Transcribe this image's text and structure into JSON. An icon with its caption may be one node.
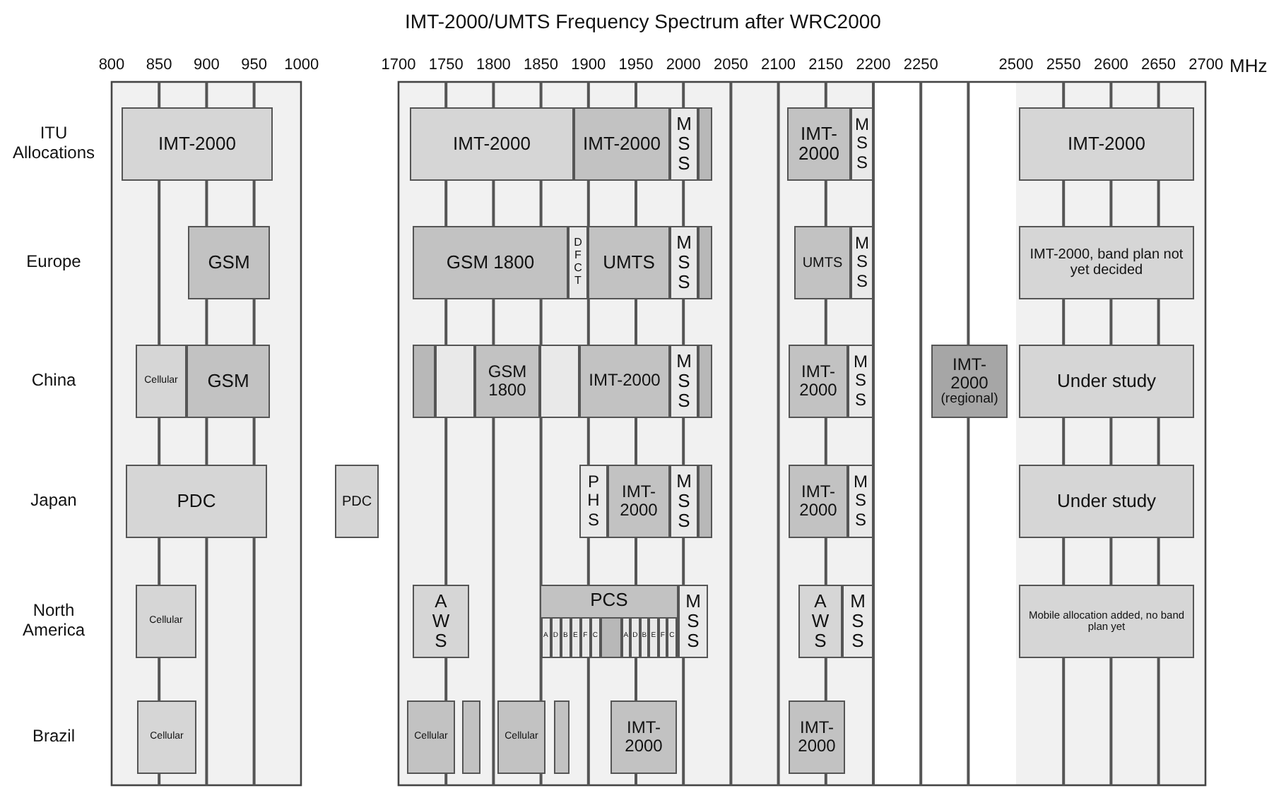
{
  "diagram": {
    "title": "IMT-2000/UMTS Frequency Spectrum after WRC2000",
    "nodes": [
      {
        "text": [
          "IMT-2000"
        ]
      },
      {
        "text": [
          "IMT-2000"
        ]
      },
      {
        "text": [
          "IMT-2000"
        ]
      },
      {
        "text": [
          "MSS"
        ]
      },
      {
        "text": [],
        "shape": "box"
      },
      {
        "text": [
          "IMT-2000"
        ]
      },
      {
        "text": [
          "MSS"
        ]
      },
      {
        "text": [
          "IMT-2000"
        ]
      },
      {
        "text": [
          "GSM"
        ]
      },
      {
        "text": [
          "GSM 1800"
        ]
      },
      {
        "text": [
          "DFCT"
        ]
      },
      {
        "text": [
          "UMTS"
        ]
      },
      {
        "text": [
          "MSS"
        ]
      },
      {
        "text": [],
        "shape": "box"
      },
      {
        "text": [
          "UMTS"
        ]
      },
      {
        "text": [
          "MSS"
        ]
      },
      {
        "text": [
          "IMT-2000, band plan not yet decided"
        ]
      },
      {
        "text": [
          "Cellular"
        ]
      },
      {
        "text": [
          "GSM"
        ]
      },
      {
        "text": [],
        "shape": "box"
      },
      {
        "text": [],
        "shape": "box"
      },
      {
        "text": [
          "GSM 1800"
        ]
      },
      {
        "text": [],
        "shape": "box"
      },
      {
        "text": [
          "IMT-2000"
        ]
      },
      {
        "text": [
          "MSS"
        ]
      },
      {
        "text": [],
        "shape": "box"
      },
      {
        "text": [
          "IMT-2000"
        ]
      },
      {
        "text": [
          "MSS"
        ]
      },
      {
        "text": [
          "IMT-2000",
          "(regional)"
        ]
      },
      {
        "text": [
          "Under study"
        ]
      },
      {
        "text": [
          "PDC"
        ]
      },
      {
        "text": [
          "PDC"
        ]
      },
      {
        "text": [
          "PHS"
        ]
      },
      {
        "text": [
          "IMT-2000"
        ]
      },
      {
        "text": [
          "MSS"
        ]
      },
      {
        "text": [],
        "shape": "box"
      },
      {
        "text": [
          "IMT-2000"
        ]
      },
      {
        "text": [
          "MSS"
        ]
      },
      {
        "text": [
          "Under study"
        ]
      },
      {
        "text": [
          "Cellular"
        ]
      },
      {
        "text": [
          "AWS"
        ]
      },
      {
        "text": [
          "PCS"
        ]
      },
      {
        "text": [
          "A"
        ],
        "in": 41
      },
      {
        "text": [
          "D"
        ],
        "in": 41
      },
      {
        "text": [
          "B"
        ],
        "in": 41
      },
      {
        "text": [
          "E"
        ],
        "in": 41
      },
      {
        "text": [
          "F"
        ],
        "in": 41
      },
      {
        "text": [
          "C"
        ],
        "in": 41
      },
      {
        "text": [],
        "shape": "box",
        "in": 41
      },
      {
        "text": [
          "A"
        ],
        "in": 41
      },
      {
        "text": [
          "D"
        ],
        "in": 41
      },
      {
        "text": [
          "B"
        ],
        "in": 41
      },
      {
        "text": [
          "E"
        ],
        "in": 41
      },
      {
        "text": [
          "F"
        ],
        "in": 41
      },
      {
        "text": [
          "C"
        ],
        "in": 41
      },
      {
        "text": [
          "MSS"
        ]
      },
      {
        "text": [
          "AWS"
        ]
      },
      {
        "text": [
          "MSS"
        ]
      },
      {
        "text": [
          "Mobile allocation added, no band plan yet"
        ]
      },
      {
        "text": [
          "Cellular"
        ]
      },
      {
        "text": [
          "Cellular"
        ]
      },
      {
        "text": [],
        "shape": "box"
      },
      {
        "text": [
          "Cellular"
        ]
      },
      {
        "text": [],
        "shape": "box"
      },
      {
        "text": [
          "IMT-2000"
        ]
      },
      {
        "text": [
          "IMT-2000"
        ]
      }
    ],
    "labels": [
      "800",
      "850",
      "900",
      "950",
      "1000",
      "1700",
      "1750",
      "1800",
      "1850",
      "1900",
      "1950",
      "2000",
      "2050",
      "2100",
      "2150",
      "2200",
      "2250",
      "2500",
      "2550",
      "2600",
      "2650",
      "2700",
      "MHz",
      "ITU Allocations",
      "Europe",
      "China",
      "Japan",
      "North America",
      "Brazil"
    ]
  }
}
